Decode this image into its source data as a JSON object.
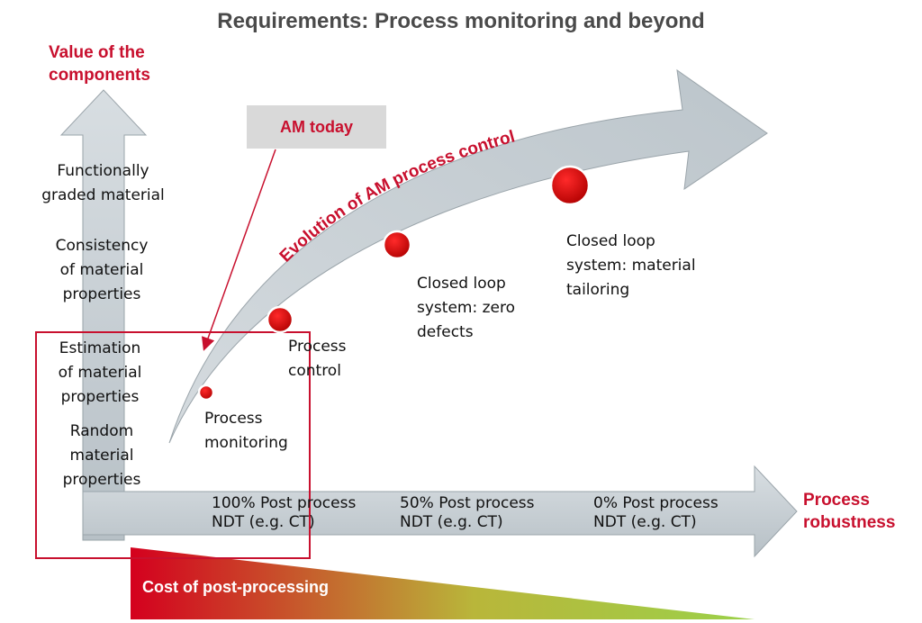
{
  "title": "Requirements: Process monitoring and beyond",
  "y_axis_title": [
    "Value of the",
    "components"
  ],
  "x_axis_title": [
    "Process",
    "robustness"
  ],
  "y_levels": [
    [
      "Functionally",
      "graded material"
    ],
    [
      "Consistency",
      "of material",
      "properties"
    ],
    [
      "Estimation",
      "of material",
      "properties"
    ],
    [
      "Random",
      "material",
      "properties"
    ]
  ],
  "x_levels": [
    [
      "100% Post process",
      "NDT (e.g. CT)"
    ],
    [
      "50% Post process",
      "NDT (e.g. CT)"
    ],
    [
      "0% Post process",
      "NDT (e.g. CT)"
    ]
  ],
  "stages": [
    [
      "Process",
      "monitoring"
    ],
    [
      "Process",
      "control"
    ],
    [
      "Closed loop",
      "system: zero",
      "defects"
    ],
    [
      "Closed loop",
      "system: material",
      "tailoring"
    ]
  ],
  "am_today_label": "AM today",
  "evolution_label": "Evolution of AM process control",
  "cost_label": "Cost of post-processing",
  "colors": {
    "accent_red": "#c8102e",
    "arrow_gray": "#c9d1d6",
    "title_gray": "#4a4a4a",
    "cost_gradient_start": "#d4001e",
    "cost_gradient_end": "#9bd14a"
  }
}
